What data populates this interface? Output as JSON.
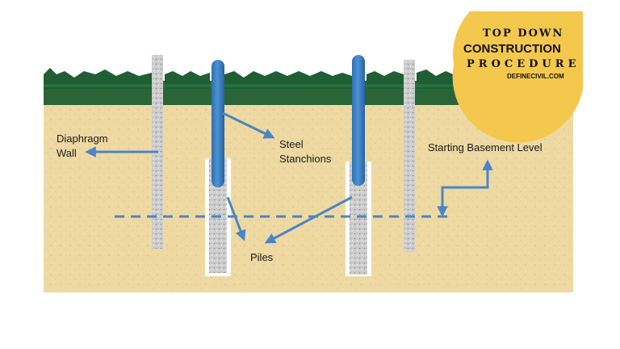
{
  "badge": {
    "line1": "TOP DOWN",
    "line2": "CONSTRUCTION",
    "line3": "PROCEDURE",
    "site": "DEFINECIVIL.COM"
  },
  "labels": {
    "diaphragm_wall_line1": "Diaphragm",
    "diaphragm_wall_line2": "Wall",
    "steel_stanchions_line1": "Steel",
    "steel_stanchions_line2": "Stanchions",
    "piles": "Piles",
    "starting_basement_level": "Starting Basement Level"
  },
  "colors": {
    "soil": "#efd9a3",
    "grass": "#1f5f33",
    "stanchion": "#3a7fc1",
    "arrow": "#4a86c5",
    "badge": "#f4c84d",
    "concrete": "#c9c9c9"
  }
}
